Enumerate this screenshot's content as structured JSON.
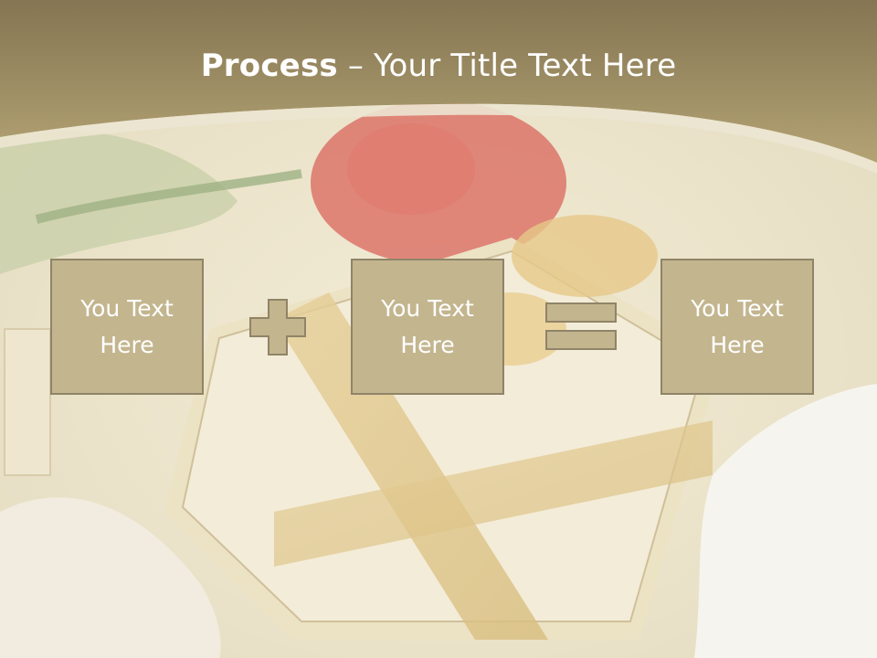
{
  "slide": {
    "title_bold": "Process",
    "title_rest": " – Your Title Text Here",
    "boxes": [
      {
        "text": "You Text Here"
      },
      {
        "text": "You Text Here"
      },
      {
        "text": "You Text Here"
      }
    ],
    "operators": [
      "plus-icon",
      "equals-icon"
    ]
  },
  "colors": {
    "title_band": "#8f7f57",
    "box_fill": "#c3b58e",
    "box_border": "#8f8468",
    "text": "#ffffff"
  }
}
